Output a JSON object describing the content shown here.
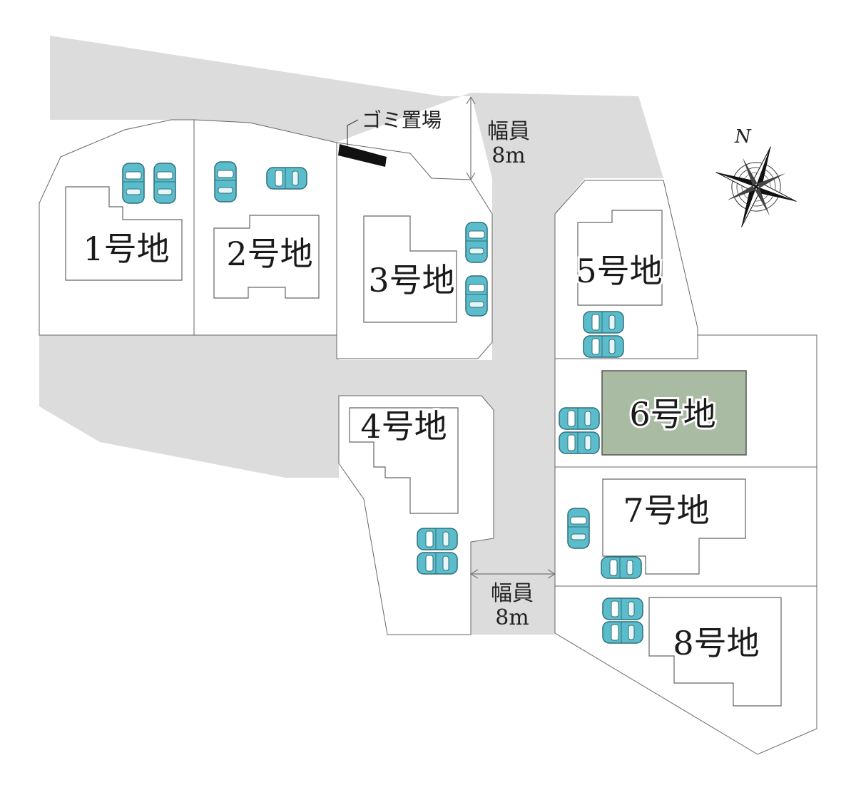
{
  "lots": [
    {
      "id": "lot-1",
      "label": "1号地"
    },
    {
      "id": "lot-2",
      "label": "2号地"
    },
    {
      "id": "lot-3",
      "label": "3号地"
    },
    {
      "id": "lot-4",
      "label": "4号地"
    },
    {
      "id": "lot-5",
      "label": "5号地"
    },
    {
      "id": "lot-6",
      "label": "6号地",
      "highlighted": true
    },
    {
      "id": "lot-7",
      "label": "7号地"
    },
    {
      "id": "lot-8",
      "label": "8号地"
    }
  ],
  "roads": {
    "north_width": {
      "line1": "幅員",
      "line2": "8m"
    },
    "south_width": {
      "line1": "幅員",
      "line2": "8m"
    }
  },
  "garbage_area": {
    "label": "ゴミ置場"
  },
  "compass": {
    "north_label": "N"
  },
  "colors": {
    "road": "#dcdcdc",
    "highlight_lot": "#a9bca3",
    "car_body": "#5bbdcc",
    "outline": "#555555",
    "garbage": "#111111"
  }
}
